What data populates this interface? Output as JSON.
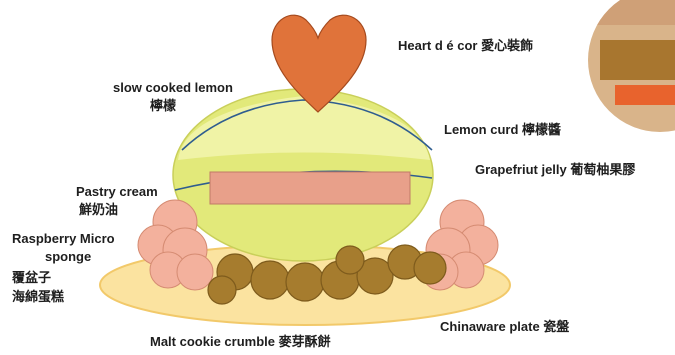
{
  "labels": {
    "heart_decor": "Heart d é cor 愛心裝飾",
    "slow_cooked_lemon": "slow cooked lemon",
    "slow_cooked_lemon_zh": "檸檬",
    "lemon_curd": "Lemon curd 檸檬醬",
    "grapefruit_jelly": "Grapefriut jelly 葡萄柚果膠",
    "pastry_cream": "Pastry cream",
    "pastry_cream_zh": "鮮奶油",
    "raspberry_micro": "Raspberry Micro",
    "sponge": "sponge",
    "raspberry_zh_1": "覆盆子",
    "raspberry_zh_2": "海綿蛋糕",
    "chinaware_plate": "Chinaware plate 瓷盤",
    "malt_cookie": "Malt cookie crumble 麥芽酥餅"
  },
  "colors": {
    "heart": "#e0733a",
    "lemon_top": "#f0f3a6",
    "lemon_body": "#e2e97a",
    "pastry_bar": "#e8a08a",
    "raspberry": "#f3b19d",
    "cookie": "#a67c2e",
    "plate": "#fbe3a0",
    "rim_line": "#2f5d8f"
  }
}
